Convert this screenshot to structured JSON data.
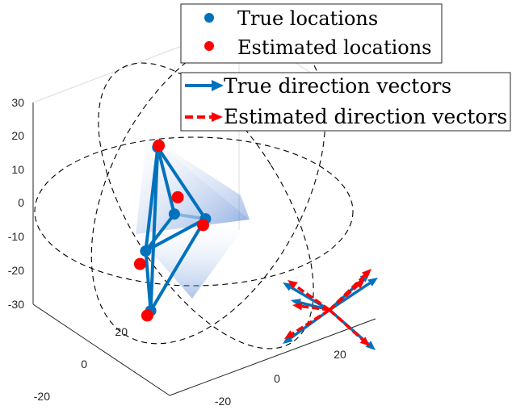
{
  "chart_data": {
    "type": "scatter",
    "projection": "3d",
    "grid": true,
    "axes": {
      "x": {
        "range": [
          -30,
          30
        ],
        "ticks": [
          "-20",
          "0",
          "20"
        ]
      },
      "y": {
        "range": [
          -30,
          30
        ],
        "ticks": [
          "-20",
          "0",
          "20"
        ]
      },
      "z": {
        "range": [
          -30,
          30
        ],
        "ticks": [
          "-30",
          "-20",
          "-10",
          "0",
          "10",
          "20",
          "30"
        ]
      }
    },
    "series": [
      {
        "name": "True locations",
        "color": "#0072BD",
        "marker": "circle",
        "points": [
          [
            -6,
            -14,
            20
          ],
          [
            17,
            6,
            3
          ],
          [
            16,
            -3,
            -5
          ],
          [
            -18,
            -8,
            -9
          ],
          [
            -12,
            -20,
            -29
          ]
        ]
      },
      {
        "name": "Estimated locations",
        "color": "#FF0000",
        "marker": "circle",
        "points": [
          [
            -8,
            -15,
            20
          ],
          [
            14,
            5,
            7
          ],
          [
            17,
            -4,
            -8
          ],
          [
            -20,
            -10,
            -11
          ],
          [
            -12,
            -21,
            -30
          ]
        ]
      }
    ],
    "vectors": [
      {
        "name": "True direction vectors",
        "color": "#0072BD",
        "style": "solid"
      },
      {
        "name": "Estimated direction vectors",
        "color": "#FF0000",
        "style": "dashed"
      }
    ],
    "legends": {
      "markers": [
        "True locations",
        "Estimated locations"
      ],
      "vectors": [
        "True direction vectors",
        "Estimated direction vectors"
      ],
      "placement": "top-right"
    }
  }
}
